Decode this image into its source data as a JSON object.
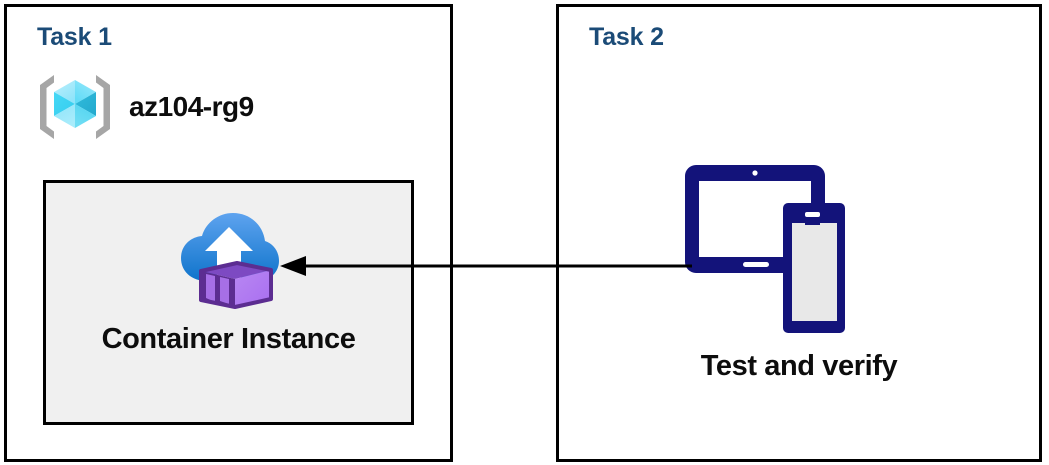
{
  "diagram": {
    "title_color": "#1b4b77",
    "border_color": "#000000",
    "card_fill": "#f0f0f0"
  },
  "panels": [
    {
      "id": "task1",
      "title": "Task 1",
      "resource_group": {
        "icon": "azure-resource-group-icon",
        "label": "az104-rg9"
      },
      "card": {
        "icon": "azure-container-instance-icon",
        "label": "Container Instance"
      }
    },
    {
      "id": "task2",
      "title": "Task 2",
      "devices": {
        "icon": "tablet-and-phone-devices-icon",
        "label": "Test and verify"
      }
    }
  ],
  "connector": {
    "name": "arrow-task2-to-container-instance",
    "direction": "left",
    "color": "#000000"
  },
  "colors": {
    "task_title": "#1b4b77",
    "cube_light": "#9fe9fb",
    "cube_mid": "#3ed8f5",
    "cube_dark": "#1eb3d4",
    "bracket_gray": "#a6a6a6",
    "cloud_top": "#59a0ec",
    "cloud_bottom": "#1279ce",
    "container_light": "#b57ff0",
    "container_mid": "#9b5fdd",
    "container_dark": "#5c2d91",
    "device_navy": "#13137a",
    "phone_screen": "#e8e8e8"
  }
}
